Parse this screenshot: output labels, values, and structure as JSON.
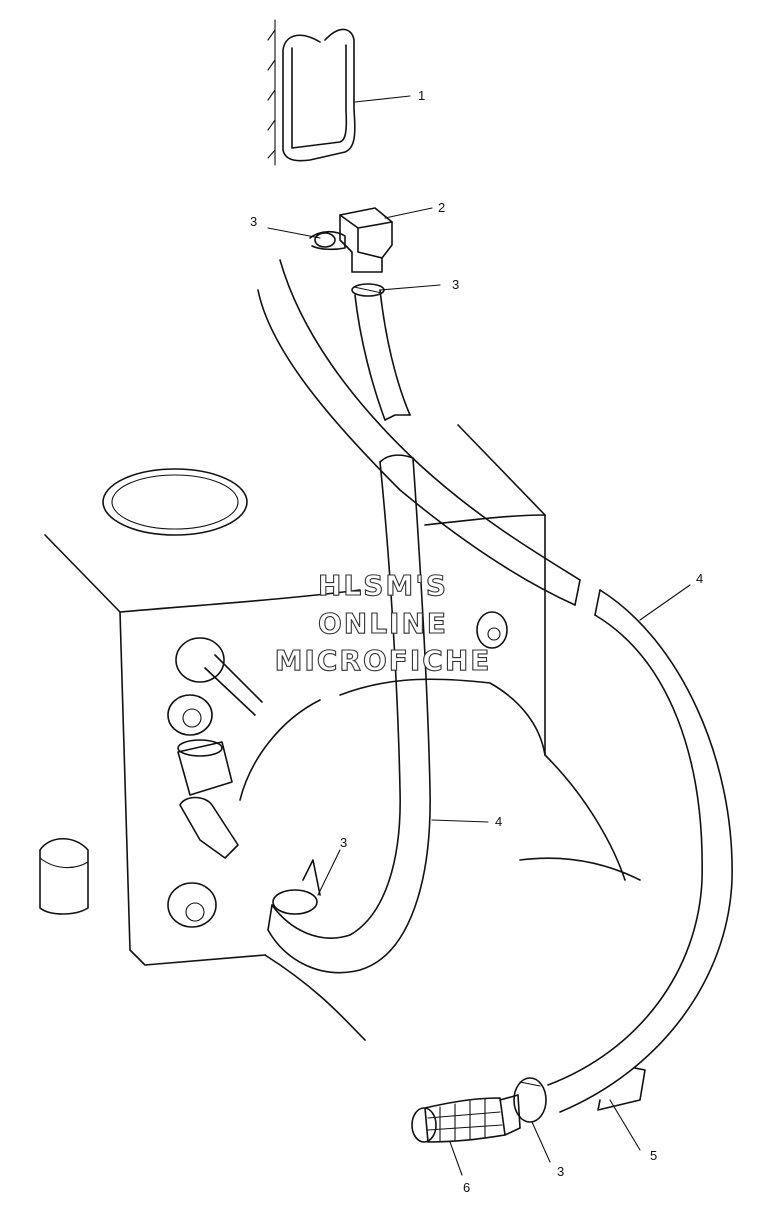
{
  "watermark": {
    "line1": "HLSM'S",
    "line2": "ONLINE",
    "line3": "MICROFICHE"
  },
  "callouts": [
    {
      "id": "c1",
      "text": "1"
    },
    {
      "id": "c2",
      "text": "2"
    },
    {
      "id": "c3a",
      "text": "3"
    },
    {
      "id": "c3b",
      "text": "3"
    },
    {
      "id": "c3c",
      "text": "3"
    },
    {
      "id": "c3d",
      "text": "3"
    },
    {
      "id": "c4a",
      "text": "4"
    },
    {
      "id": "c4b",
      "text": "4"
    },
    {
      "id": "c5",
      "text": "5"
    },
    {
      "id": "c6",
      "text": "6"
    }
  ]
}
